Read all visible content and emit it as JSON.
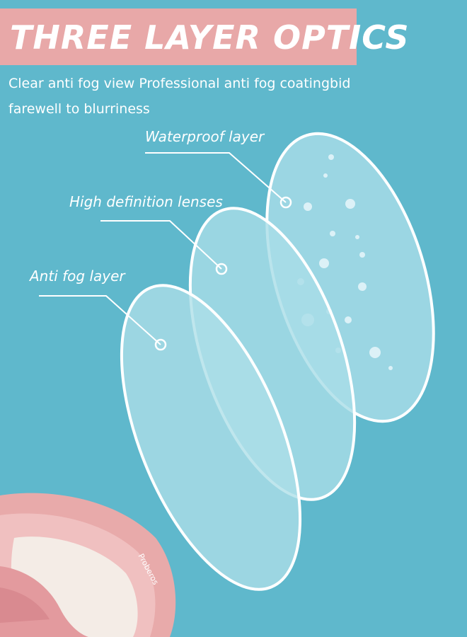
{
  "title": "THREE LAYER OPTICS",
  "subtitle": "Clear anti fog view Professional anti fog coatingbid farewell to blurriness",
  "layers": [
    {
      "label": "Waterproof layer"
    },
    {
      "label": "High definition lenses"
    },
    {
      "label": "Anti fog layer"
    }
  ],
  "brand_text": "Proberos",
  "colors": {
    "background": "#5fb8cc",
    "banner": "#e8a8a8",
    "lens_fill": "#a8dde8",
    "goggle_frame": "#e6a8a8"
  }
}
